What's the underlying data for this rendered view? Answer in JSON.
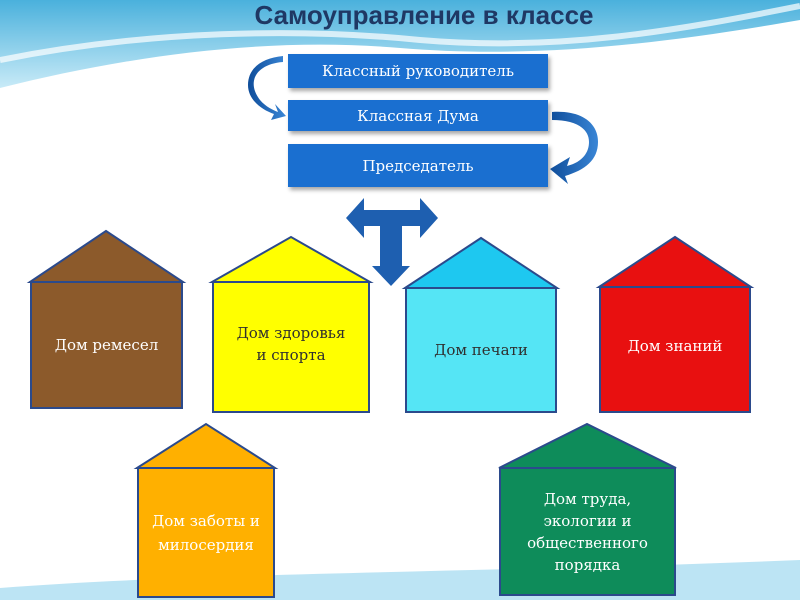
{
  "title": "Самоуправление в классе",
  "hierarchy": [
    {
      "label": "Классный руководитель"
    },
    {
      "label": "Классная Дума"
    },
    {
      "label": "Председатель"
    }
  ],
  "houses": [
    {
      "label": "Дом ремесел",
      "color": "#8c5a2b"
    },
    {
      "label": "Дом здоровья и спорта",
      "color": "#ffff00"
    },
    {
      "label": "Дом печати",
      "color": "#55e5f5"
    },
    {
      "label": "Дом знаний",
      "color": "#e81010"
    },
    {
      "label": "Дом заботы и милосердия",
      "color": "#ffb000"
    },
    {
      "label": "Дом труда, экологии и общественного порядка",
      "color": "#0e8c5a"
    }
  ],
  "colors": {
    "title": "#1f3864",
    "box": "#1a6fd0",
    "arrow": "#1e5fb0",
    "outline": "#2b4a8c",
    "wave": "#4fb5de"
  }
}
